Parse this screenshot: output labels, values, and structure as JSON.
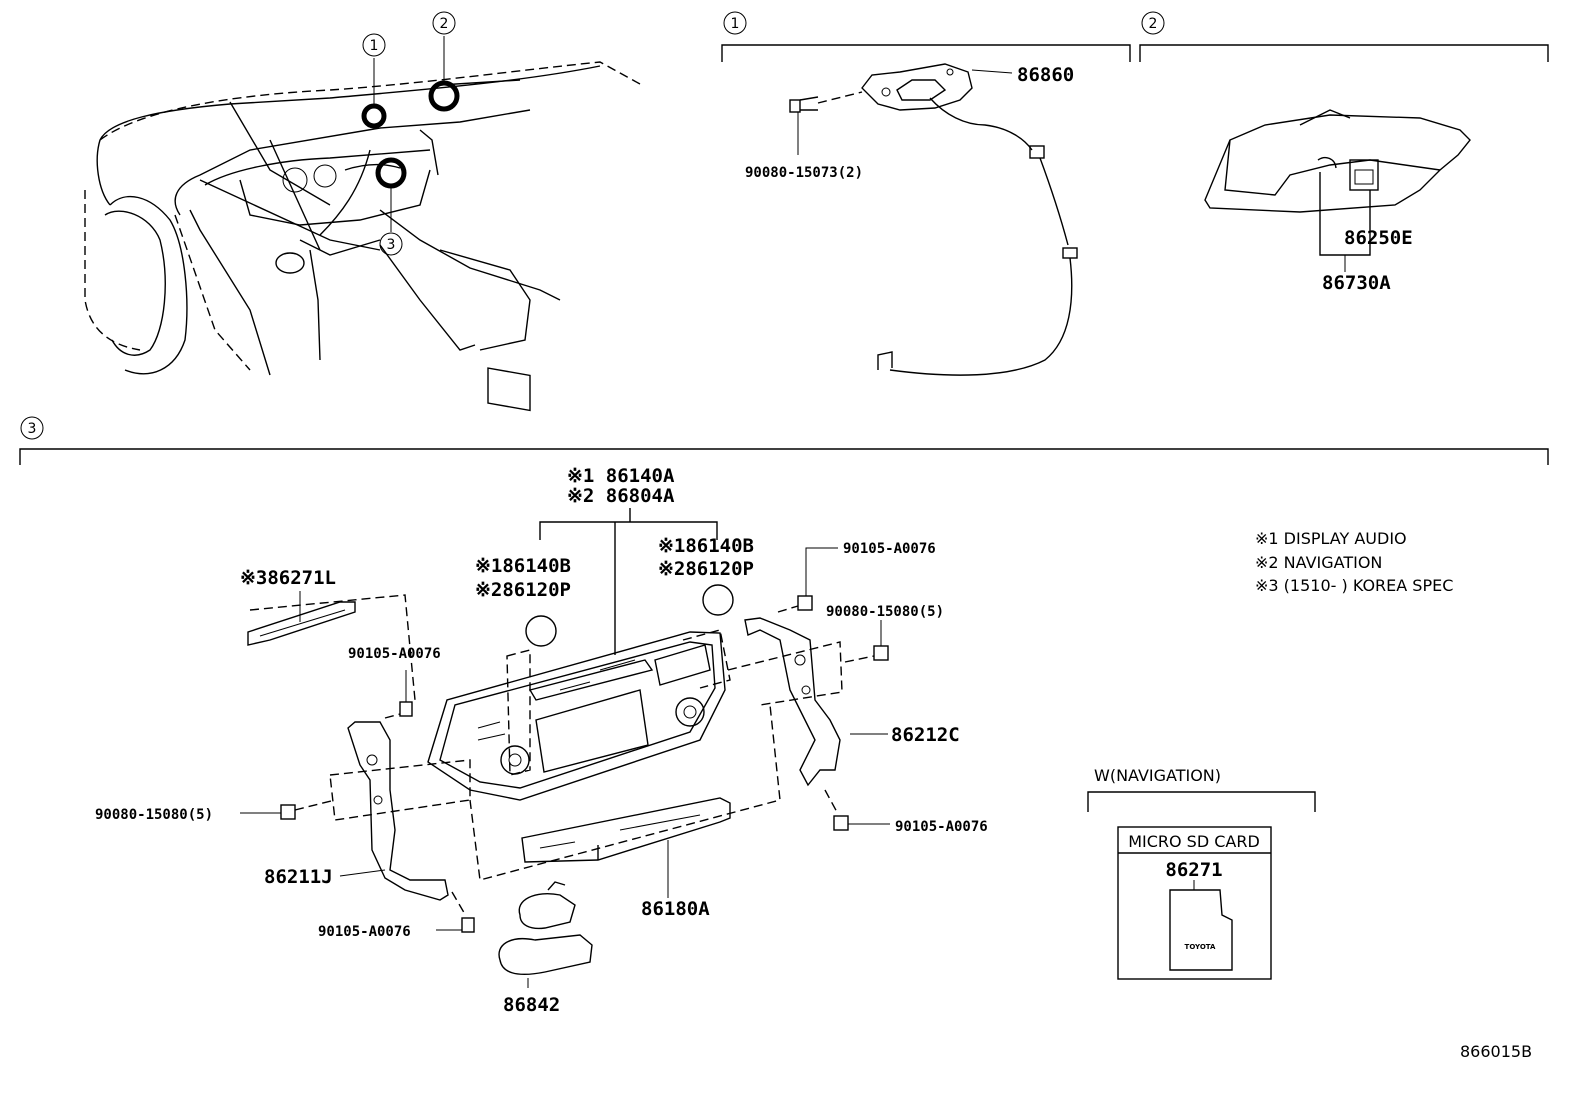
{
  "callouts": {
    "c1": "1",
    "c2": "2",
    "c3": "3"
  },
  "section1": {
    "bracket_label": "1",
    "parts": {
      "antenna": "86860",
      "bolt": "90080-15073(2)"
    }
  },
  "section2": {
    "bracket_label": "2",
    "parts": {
      "p1": "86250E",
      "p2": "86730A"
    }
  },
  "section3": {
    "bracket_label": "3",
    "parts": {
      "head_1": "※1 86140A",
      "head_2": "※2 86804A",
      "left_knob_1": "※186140B",
      "left_knob_2": "※286120P",
      "right_knob_1": "※186140B",
      "right_knob_2": "※286120P",
      "korea_part": "※386271L",
      "screw_top_left": "90105-A0076",
      "screw_top_right": "90105-A0076",
      "bolt_right": "90080-15080(5)",
      "bracket_right": "86212C",
      "bolt_left": "90080-15080(5)",
      "screw_right_bottom": "90105-A0076",
      "bracket_left": "86211J",
      "screw_bottom_left": "90105-A0076",
      "unit": "86180A",
      "harness": "86842"
    },
    "notes": [
      "※1 DISPLAY AUDIO",
      "※2 NAVIGATION",
      "※3 (1510-        ) KOREA SPEC"
    ],
    "navigation": {
      "label": "W(NAVIGATION)",
      "box_title": "MICRO SD CARD",
      "part": "86271",
      "card_brand": "TOYOTA"
    }
  },
  "diagram_code": "866015B"
}
